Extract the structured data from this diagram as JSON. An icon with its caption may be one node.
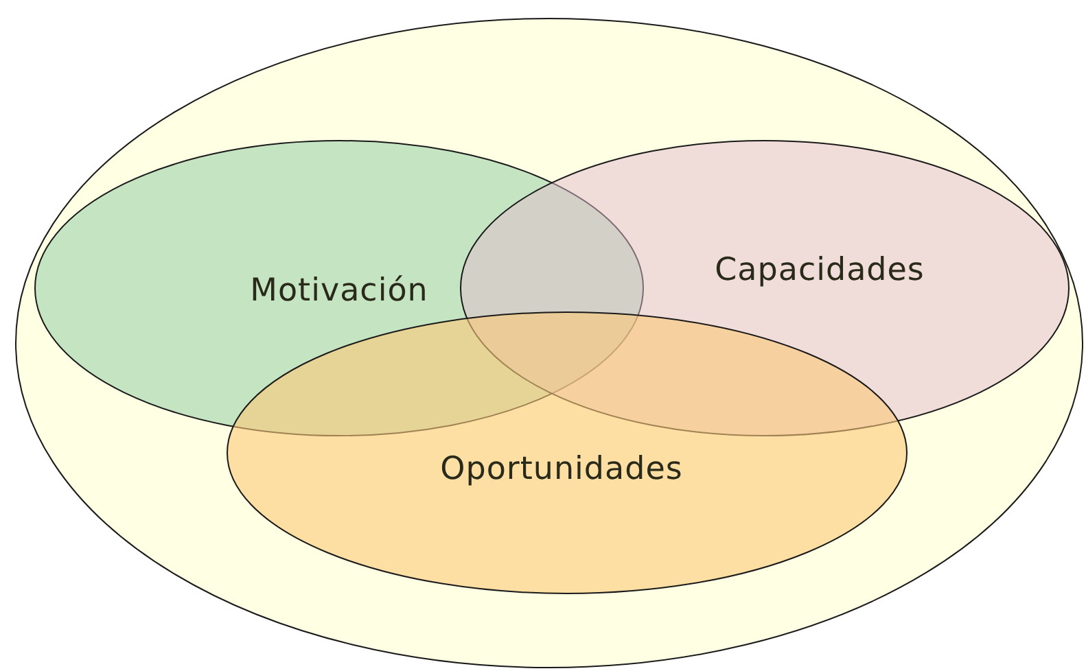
{
  "diagram": {
    "nodes": [
      {
        "text": [],
        "shape": "ellipse"
      },
      {
        "text": [
          "Motivación"
        ],
        "in": 0
      },
      {
        "text": [
          "Capacidades"
        ],
        "in": 0
      },
      {
        "text": [
          "Oportunidades"
        ],
        "in": 0
      }
    ]
  }
}
